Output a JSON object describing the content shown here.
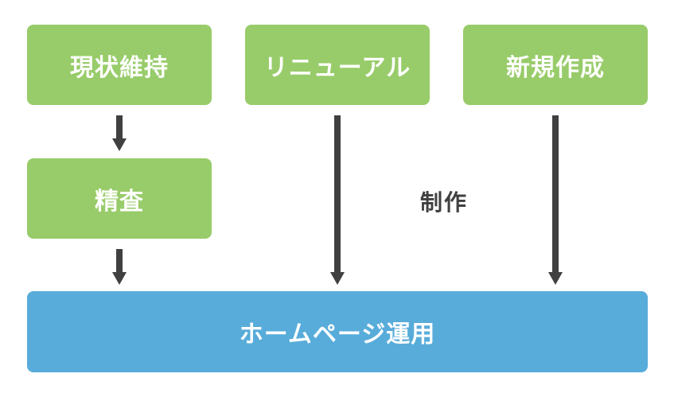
{
  "boxes": {
    "maintain": "現状維持",
    "renewal": "リニューアル",
    "new_creation": "新規作成",
    "review": "精査",
    "operation": "ホームページ運用"
  },
  "labels": {
    "production": "制作"
  },
  "colors": {
    "box_green": "#98cc6a",
    "box_blue": "#58acda",
    "arrow": "#404040",
    "text_light": "#ffffff",
    "text_dark": "#404040"
  }
}
